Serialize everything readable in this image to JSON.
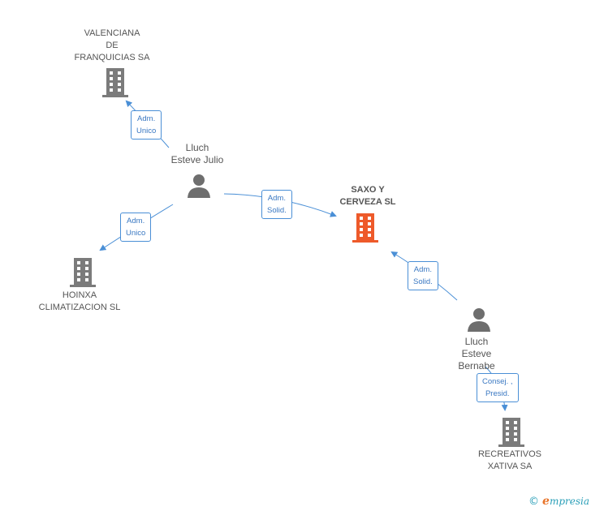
{
  "colors": {
    "company": "#7b7b7b",
    "company_center": "#ee5a2a",
    "person": "#6e6e6e",
    "edge": "#4a8fd6"
  },
  "nodes": {
    "valenciana": {
      "lines": [
        "VALENCIANA",
        "DE",
        "FRANQUICIAS SA"
      ],
      "icon": "building-icon"
    },
    "hoinxa": {
      "lines": [
        "HOINXA",
        "CLIMATIZACION SL"
      ],
      "icon": "building-icon"
    },
    "saxo": {
      "lines": [
        "SAXO Y",
        "CERVEZA SL"
      ],
      "icon": "building-icon"
    },
    "recreativos": {
      "lines": [
        "RECREATIVOS",
        "XATIVA SA"
      ],
      "icon": "building-icon"
    },
    "julio": {
      "lines": [
        "Lluch",
        "Esteve Julio"
      ],
      "icon": "person-icon"
    },
    "bernabe": {
      "lines": [
        "Lluch",
        "Esteve",
        "Bernabe"
      ],
      "icon": "person-icon"
    }
  },
  "edges": {
    "julio_valenciana": [
      "Adm.",
      "Unico"
    ],
    "julio_hoinxa": [
      "Adm.",
      "Unico"
    ],
    "julio_saxo": [
      "Adm.",
      "Solid."
    ],
    "bernabe_saxo": [
      "Adm.",
      "Solid."
    ],
    "bernabe_recreativos": [
      "Consej. ,",
      "Presid."
    ]
  },
  "footer": {
    "copyright": "©",
    "brand_initial": "e",
    "brand_rest": "mpresia"
  }
}
